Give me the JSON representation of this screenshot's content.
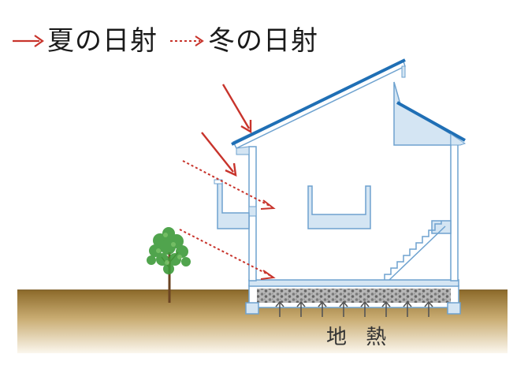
{
  "legend": {
    "summer": {
      "label": "夏の日射",
      "line_style": "solid"
    },
    "winter": {
      "label": "冬の日射",
      "line_style": "dashed"
    }
  },
  "ground": {
    "label": "地 熱"
  },
  "colors": {
    "sun_arrow": "#c8342c",
    "roof": "#1f6fb5",
    "wall_fill": "#d4e5f3",
    "wall_stroke": "#6ea2cf",
    "ground_top": "#8c6a2a",
    "ground_bottom": "#fbf7ee",
    "gravel": "#8a8a8a",
    "tree": "#3e9b3a",
    "trunk": "#6b4423",
    "geothermal_arrow": "#555555"
  },
  "icons": {
    "summer_arrow": "solid-red-arrow",
    "winter_arrow": "dashed-red-arrow",
    "tree": "tree-icon",
    "geothermal": "upward-arrow-icon"
  }
}
